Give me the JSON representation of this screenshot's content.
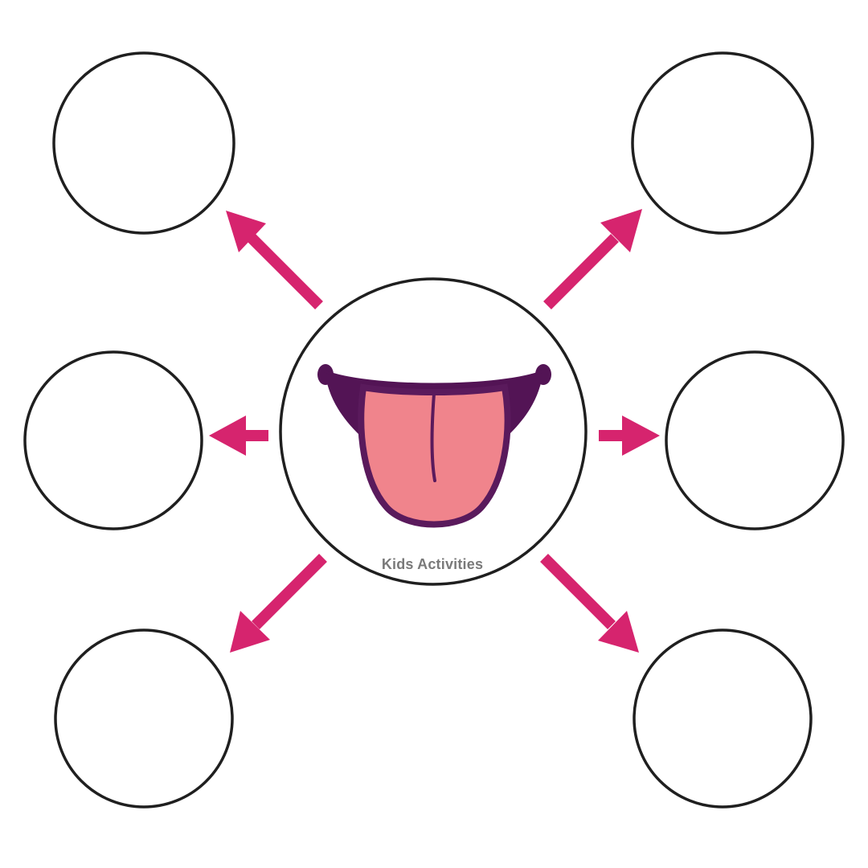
{
  "center": {
    "watermark": "Kids Activities",
    "icon": "tongue-icon"
  },
  "answer_boxes": [
    {
      "id": "top-left",
      "text": ""
    },
    {
      "id": "top-right",
      "text": ""
    },
    {
      "id": "middle-left",
      "text": ""
    },
    {
      "id": "middle-right",
      "text": ""
    },
    {
      "id": "bottom-left",
      "text": ""
    },
    {
      "id": "bottom-right",
      "text": ""
    }
  ],
  "colors": {
    "arrow": "#d6246e",
    "outline": "#1f1f1f",
    "mouth": "#531455",
    "tongue": "#f0848c",
    "tongue_outline": "#5a1a5c",
    "watermark": "#7a7a7a"
  }
}
